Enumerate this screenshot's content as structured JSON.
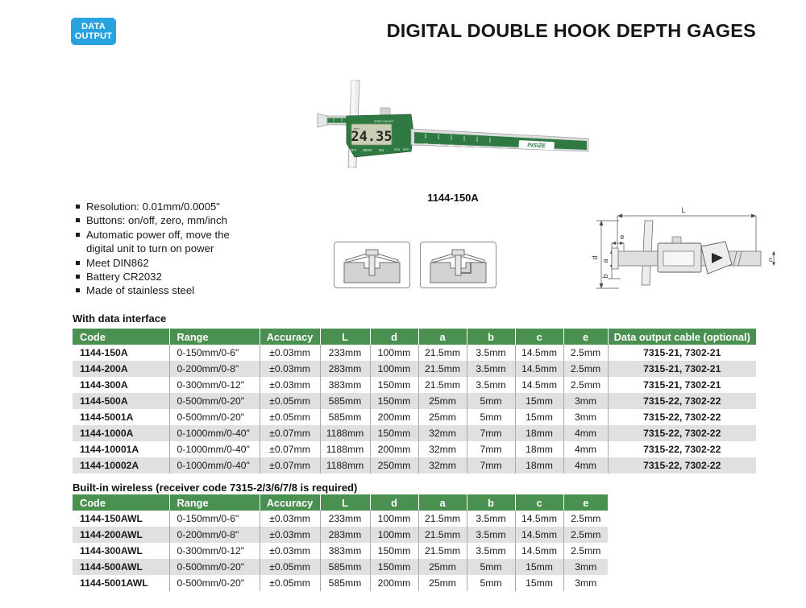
{
  "header": {
    "badge_line1": "DATA",
    "badge_line2": "OUTPUT",
    "title": "DIGITAL DOUBLE HOOK DEPTH GAGES",
    "badge_color": "#29a3e0"
  },
  "product": {
    "caption": "1144-150A",
    "lcd_value": "24.35",
    "brand": "INSIZE",
    "body_color": "#2f7a42",
    "scale_color": "#d9dadb"
  },
  "features": [
    "Resolution: 0.01mm/0.0005\"",
    "Buttons: on/off, zero, mm/inch",
    "Automatic power off, move the",
    "digital unit to turn on power",
    "Meet DIN862",
    "Battery CR2032",
    "Made of stainless steel"
  ],
  "diagram": {
    "labels": {
      "L": "L",
      "d": "d",
      "a": "a",
      "b": "b",
      "c": "c",
      "e": "e"
    }
  },
  "table1": {
    "title": "With data interface",
    "columns": [
      "Code",
      "Range",
      "Accuracy",
      "L",
      "d",
      "a",
      "b",
      "c",
      "e",
      "Data output cable (optional)"
    ],
    "rows": [
      [
        "1144-150A",
        "0-150mm/0-6\"",
        "±0.03mm",
        "233mm",
        "100mm",
        "21.5mm",
        "3.5mm",
        "14.5mm",
        "2.5mm",
        "7315-21, 7302-21"
      ],
      [
        "1144-200A",
        "0-200mm/0-8\"",
        "±0.03mm",
        "283mm",
        "100mm",
        "21.5mm",
        "3.5mm",
        "14.5mm",
        "2.5mm",
        "7315-21, 7302-21"
      ],
      [
        "1144-300A",
        "0-300mm/0-12\"",
        "±0.03mm",
        "383mm",
        "150mm",
        "21.5mm",
        "3.5mm",
        "14.5mm",
        "2.5mm",
        "7315-21, 7302-21"
      ],
      [
        "1144-500A",
        "0-500mm/0-20\"",
        "±0.05mm",
        "585mm",
        "150mm",
        "25mm",
        "5mm",
        "15mm",
        "3mm",
        "7315-22, 7302-22"
      ],
      [
        "1144-5001A",
        "0-500mm/0-20\"",
        "±0.05mm",
        "585mm",
        "200mm",
        "25mm",
        "5mm",
        "15mm",
        "3mm",
        "7315-22, 7302-22"
      ],
      [
        "1144-1000A",
        "0-1000mm/0-40\"",
        "±0.07mm",
        "1188mm",
        "150mm",
        "32mm",
        "7mm",
        "18mm",
        "4mm",
        "7315-22, 7302-22"
      ],
      [
        "1144-10001A",
        "0-1000mm/0-40\"",
        "±0.07mm",
        "1188mm",
        "200mm",
        "32mm",
        "7mm",
        "18mm",
        "4mm",
        "7315-22, 7302-22"
      ],
      [
        "1144-10002A",
        "0-1000mm/0-40\"",
        "±0.07mm",
        "1188mm",
        "250mm",
        "32mm",
        "7mm",
        "18mm",
        "4mm",
        "7315-22, 7302-22"
      ]
    ]
  },
  "table2": {
    "title": "Built-in wireless (receiver code 7315-2/3/6/7/8 is required)",
    "columns": [
      "Code",
      "Range",
      "Accuracy",
      "L",
      "d",
      "a",
      "b",
      "c",
      "e"
    ],
    "rows": [
      [
        "1144-150AWL",
        "0-150mm/0-6\"",
        "±0.03mm",
        "233mm",
        "100mm",
        "21.5mm",
        "3.5mm",
        "14.5mm",
        "2.5mm"
      ],
      [
        "1144-200AWL",
        "0-200mm/0-8\"",
        "±0.03mm",
        "283mm",
        "100mm",
        "21.5mm",
        "3.5mm",
        "14.5mm",
        "2.5mm"
      ],
      [
        "1144-300AWL",
        "0-300mm/0-12\"",
        "±0.03mm",
        "383mm",
        "150mm",
        "21.5mm",
        "3.5mm",
        "14.5mm",
        "2.5mm"
      ],
      [
        "1144-500AWL",
        "0-500mm/0-20\"",
        "±0.05mm",
        "585mm",
        "150mm",
        "25mm",
        "5mm",
        "15mm",
        "3mm"
      ],
      [
        "1144-5001AWL",
        "0-500mm/0-20\"",
        "±0.05mm",
        "585mm",
        "200mm",
        "25mm",
        "5mm",
        "15mm",
        "3mm"
      ]
    ]
  },
  "theme": {
    "header_green": "#4a9050",
    "row_alt_gray": "#e0e0e0"
  }
}
